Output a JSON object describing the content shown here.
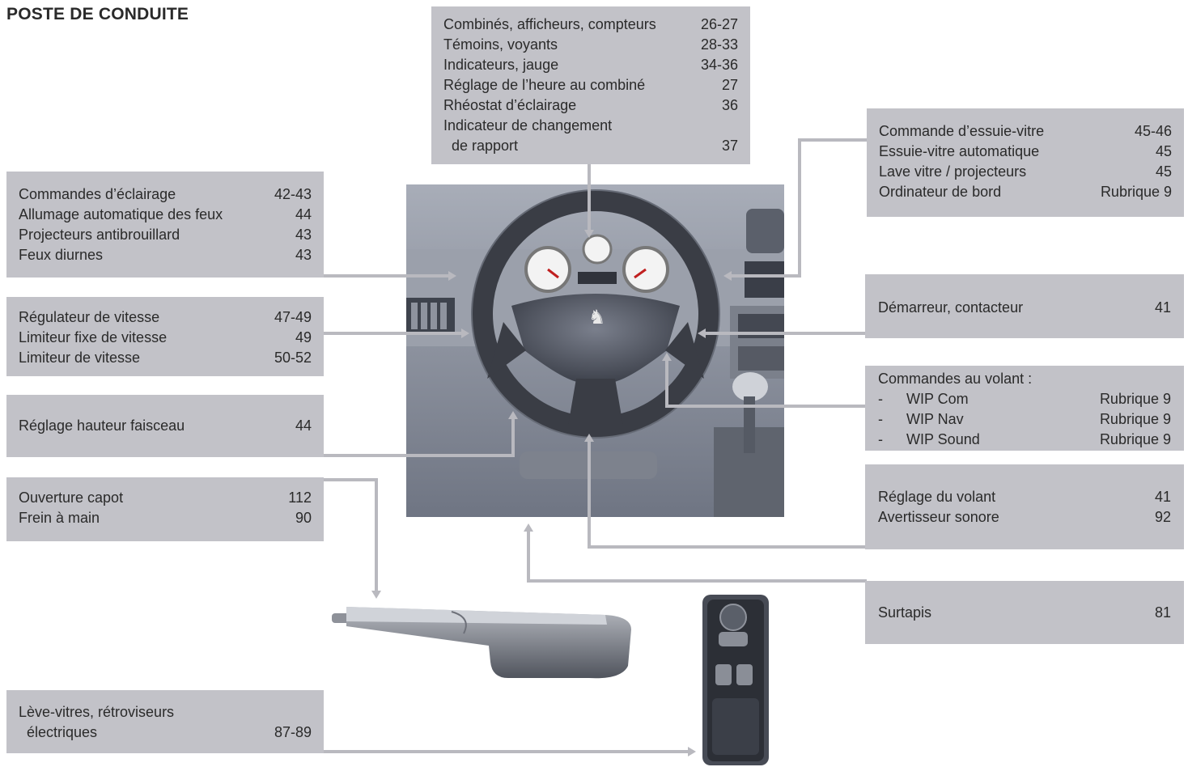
{
  "page_title": "POSTE DE CONDUITE",
  "boxes": {
    "instruments": [
      {
        "label": "Combinés, afficheurs, compteurs",
        "page": "26-27"
      },
      {
        "label": "Témoins, voyants",
        "page": "28-33"
      },
      {
        "label": "Indicateurs, jauge",
        "page": "34-36"
      },
      {
        "label": "Réglage de l’heure au combiné",
        "page": "27"
      },
      {
        "label": "Rhéostat d’éclairage",
        "page": "36"
      },
      {
        "label": "Indicateur de changement",
        "page": ""
      },
      {
        "label": "  de rapport",
        "page": "37"
      }
    ],
    "lighting": [
      {
        "label": "Commandes d’éclairage",
        "page": "42-43"
      },
      {
        "label": "Allumage automatique des feux",
        "page": "44"
      },
      {
        "label": "Projecteurs antibrouillard",
        "page": "43"
      },
      {
        "label": "Feux diurnes",
        "page": "43"
      }
    ],
    "speed": [
      {
        "label": "Régulateur de vitesse",
        "page": "47-49"
      },
      {
        "label": "Limiteur fixe de vitesse",
        "page": "49"
      },
      {
        "label": "Limiteur de vitesse",
        "page": "50-52"
      }
    ],
    "beam": [
      {
        "label": "Réglage hauteur faisceau",
        "page": "44"
      }
    ],
    "bonnet": [
      {
        "label": "Ouverture capot",
        "page": "112"
      },
      {
        "label": "Frein à main",
        "page": "90"
      }
    ],
    "windows": [
      {
        "label": "Lève-vitres, rétroviseurs",
        "page": ""
      },
      {
        "label": "  électriques",
        "page": "87-89"
      }
    ],
    "wipers": [
      {
        "label": "Commande d’essuie-vitre",
        "page": "45-46"
      },
      {
        "label": "Essuie-vitre automatique",
        "page": "45"
      },
      {
        "label": "Lave vitre / projecteurs",
        "page": "45"
      },
      {
        "label": "Ordinateur de bord",
        "page": "Rubrique 9"
      }
    ],
    "starter": [
      {
        "label": "Démarreur, contacteur",
        "page": "41"
      }
    ],
    "wheel_controls": [
      {
        "label": "Commandes au volant :",
        "page": ""
      },
      {
        "label": "WIP Com",
        "page": "Rubrique 9",
        "dash": "-"
      },
      {
        "label": "WIP Nav",
        "page": "Rubrique 9",
        "dash": "-"
      },
      {
        "label": "WIP Sound",
        "page": "Rubrique 9",
        "dash": "-"
      }
    ],
    "wheel_adjust": [
      {
        "label": "Réglage du volant",
        "page": "41"
      },
      {
        "label": "Avertisseur sonore",
        "page": "92"
      }
    ],
    "mats": [
      {
        "label": "Surtapis",
        "page": "81"
      }
    ]
  },
  "colors": {
    "box_bg": "#c2c2c8",
    "connector": "#b9b9bf",
    "text": "#2a2a2a"
  }
}
